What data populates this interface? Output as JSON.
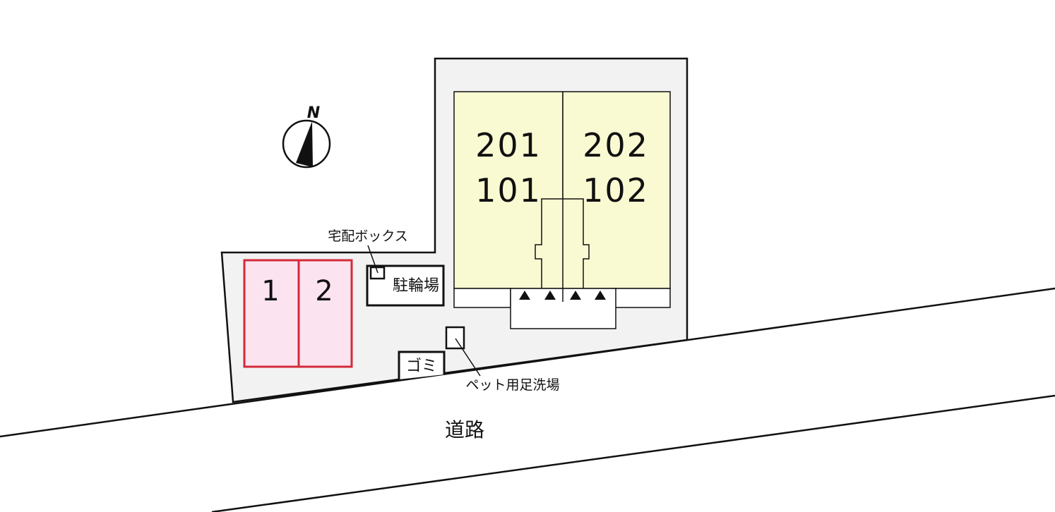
{
  "compass": {
    "label": "N",
    "icon": "north-arrow-icon"
  },
  "building": {
    "units": [
      {
        "upper": "201",
        "lower": "101"
      },
      {
        "upper": "202",
        "lower": "102"
      }
    ],
    "color": "#fafad2"
  },
  "parking": {
    "spaces": [
      "1",
      "2"
    ],
    "border_color": "#d42a3a",
    "fill_color": "#fbe4ef"
  },
  "facilities": {
    "delivery_box": "宅配ボックス",
    "bicycle_parking": "駐輪場",
    "garbage": "ゴミ",
    "pet_foot_wash": "ペット用足洗場"
  },
  "road": {
    "label": "道路"
  },
  "lot_color": "#f2f2f2"
}
